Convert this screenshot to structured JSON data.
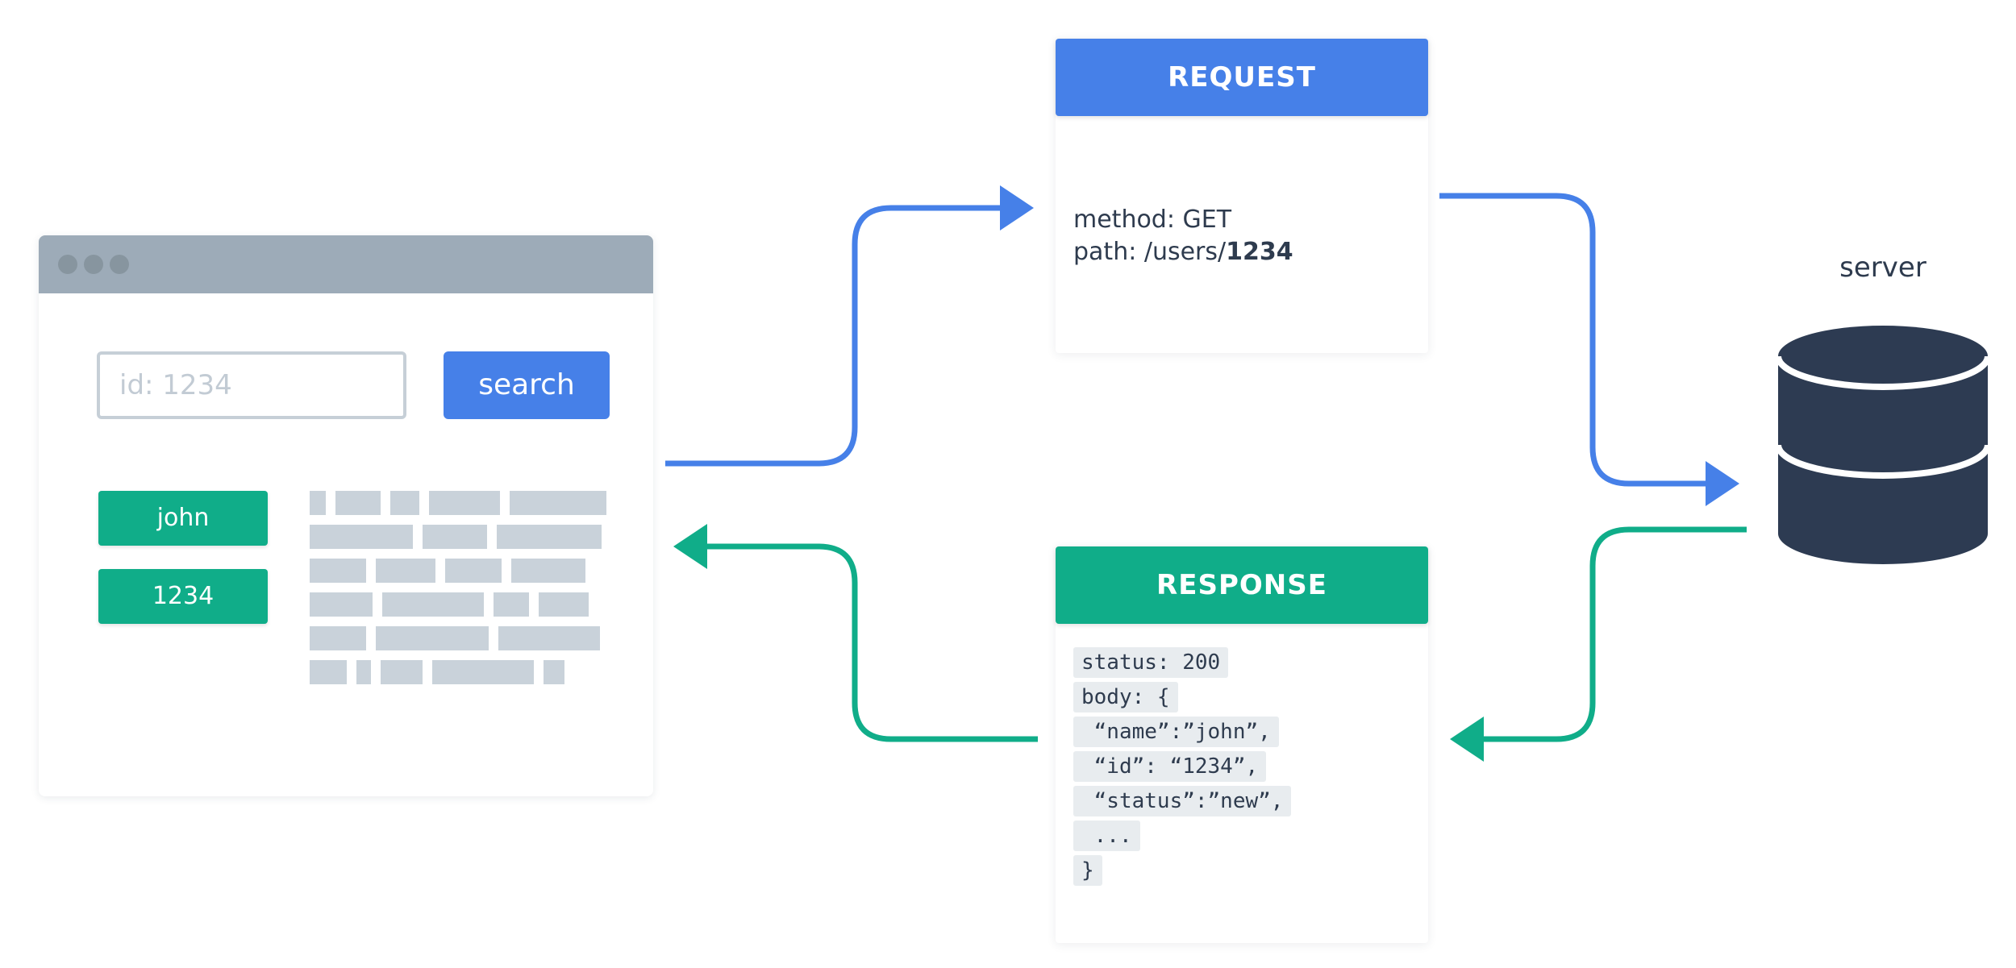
{
  "browser": {
    "search": {
      "placeholder": "id: 1234"
    },
    "search_button_label": "search",
    "results": [
      "john",
      "1234"
    ]
  },
  "request": {
    "title": "REQUEST",
    "method_line": "method: GET",
    "path_prefix": "path: /users/",
    "path_id": "1234"
  },
  "response": {
    "title": "RESPONSE",
    "lines": [
      "status: 200",
      "body: {",
      " “name”:”john”,",
      " “id”: “1234”,",
      " “status”:”new”,",
      " ...",
      "}"
    ]
  },
  "server": {
    "label": "server",
    "icon": "database-icon"
  },
  "colors": {
    "request": "#4680e8",
    "response": "#10ad89",
    "server": "#2d3b52",
    "skeleton": "#c9d2da",
    "titlebar": "#9dabb8"
  }
}
